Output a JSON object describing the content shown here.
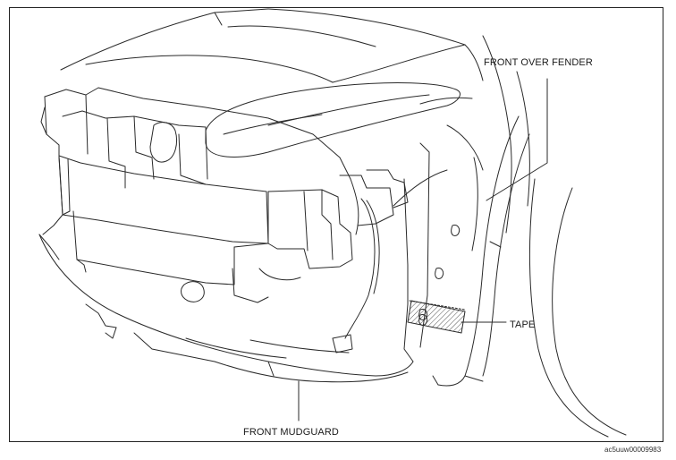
{
  "labels": {
    "front_over_fender": "FRONT OVER FENDER",
    "tape": "TAPE",
    "front_mudguard": "FRONT MUDGUARD"
  },
  "figure_id": "ac5uuw00009983",
  "colors": {
    "line": "#2a2a2a",
    "background": "#ffffff"
  }
}
